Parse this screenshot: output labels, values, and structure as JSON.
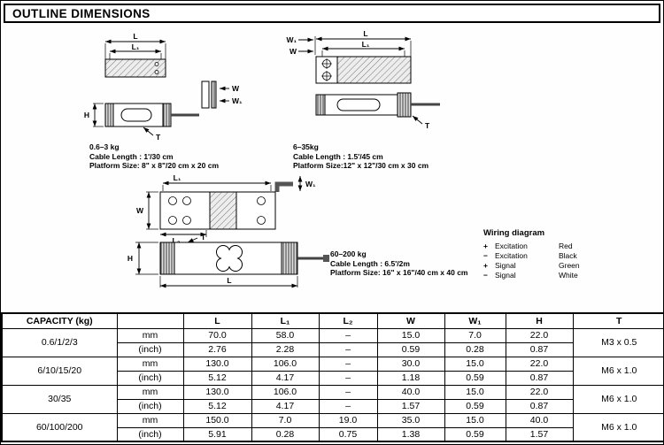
{
  "page": {
    "title": "OUTLINE DIMENSIONS"
  },
  "dim_labels": {
    "L": "L",
    "L1": "L₁",
    "L2": "L₂",
    "W": "W",
    "W1": "W₁",
    "H": "H",
    "T": "T"
  },
  "drawings": {
    "small": {
      "range": "0.6–3 kg",
      "cable": "Cable Length : 1'/30 cm",
      "platform": "Platform Size: 8\" x 8\"/20 cm x 20 cm"
    },
    "medium": {
      "range": "6–35kg",
      "cable": "Cable Length : 1.5'/45 cm",
      "platform": "Platform Size:12\" x 12\"/30 cm x 30 cm"
    },
    "large": {
      "range": "60–200 kg",
      "cable": "Cable Length : 6.5'/2m",
      "platform": "Platform Size: 16\" x 16\"/40 cm x 40 cm"
    }
  },
  "wiring": {
    "title": "Wiring diagram",
    "rows": [
      {
        "sign": "+",
        "name": "Excitation",
        "color": "Red"
      },
      {
        "sign": "−",
        "name": "Excitation",
        "color": "Black"
      },
      {
        "sign": "+",
        "name": "Signal",
        "color": "Green"
      },
      {
        "sign": "−",
        "name": "Signal",
        "color": "White"
      }
    ]
  },
  "table": {
    "headers": [
      "CAPACITY (kg)",
      "",
      "L",
      "L₁",
      "L₂",
      "W",
      "W₁",
      "H",
      "T"
    ],
    "unit_mm": "mm",
    "unit_inch": "(inch)",
    "rows": [
      {
        "capacity": "0.6/1/2/3",
        "mm": [
          "70.0",
          "58.0",
          "–",
          "15.0",
          "7.0",
          "22.0"
        ],
        "inch": [
          "2.76",
          "2.28",
          "–",
          "0.59",
          "0.28",
          "0.87"
        ],
        "thread": "M3 x 0.5"
      },
      {
        "capacity": "6/10/15/20",
        "mm": [
          "130.0",
          "106.0",
          "–",
          "30.0",
          "15.0",
          "22.0"
        ],
        "inch": [
          "5.12",
          "4.17",
          "–",
          "1.18",
          "0.59",
          "0.87"
        ],
        "thread": "M6 x 1.0"
      },
      {
        "capacity": "30/35",
        "mm": [
          "130.0",
          "106.0",
          "–",
          "40.0",
          "15.0",
          "22.0"
        ],
        "inch": [
          "5.12",
          "4.17",
          "–",
          "1.57",
          "0.59",
          "0.87"
        ],
        "thread": "M6 x 1.0"
      },
      {
        "capacity": "60/100/200",
        "mm": [
          "150.0",
          "7.0",
          "19.0",
          "35.0",
          "15.0",
          "40.0"
        ],
        "inch": [
          "5.91",
          "0.28",
          "0.75",
          "1.38",
          "0.59",
          "1.57"
        ],
        "thread": "M6 x 1.0"
      }
    ]
  }
}
